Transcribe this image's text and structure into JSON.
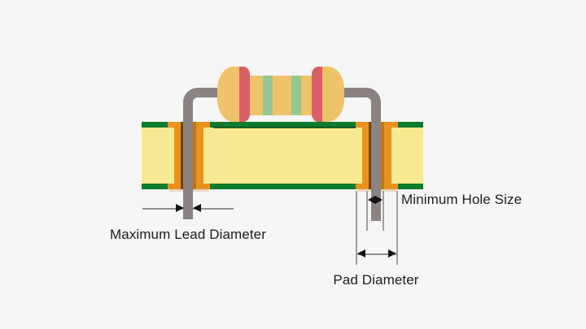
{
  "scene": {
    "type": "technical-diagram",
    "subject": "through-hole-resistor-on-pcb",
    "labels": {
      "max_lead_diameter": "Maximum Lead Diameter",
      "min_hole_size": "Minimum Hole Size",
      "pad_diameter": "Pad Diameter"
    },
    "colors": {
      "background": "#f6f6f7",
      "pcb_substrate": "#f8ea92",
      "solder_mask_green": "#0d7c2c",
      "copper_pad_orange": "#e9921e",
      "hole_barrel_dark": "#7a4206",
      "hole_barrel_light": "#c07616",
      "lead_gray": "#8a8382",
      "resistor_body_tan": "#f0c36a",
      "resistor_band_red": "#d95f66",
      "resistor_band_green": "#95c795",
      "dimension_line_gray": "#8f8f8f",
      "arrowhead_black": "#141414",
      "label_text": "#1d1d1f"
    }
  }
}
